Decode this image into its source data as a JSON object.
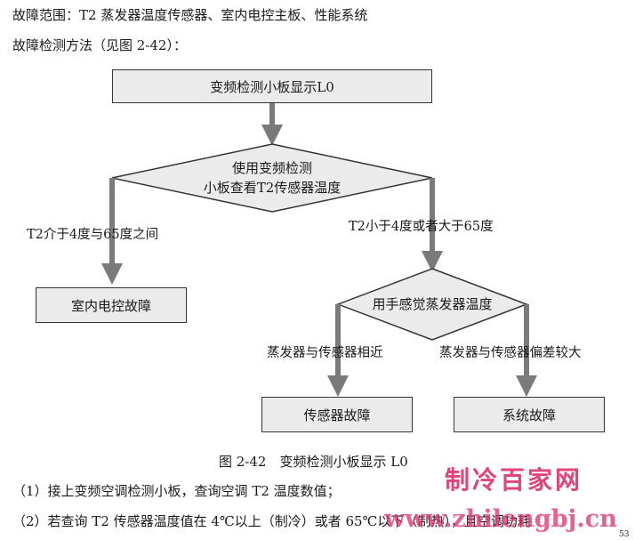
{
  "header": {
    "fault_scope": "故障范围：T2 蒸发器温度传感器、室内电控主板、性能系统",
    "method": "故障检测方法（见图 2-42）："
  },
  "flowchart": {
    "start": "变频检测小板显示L0",
    "decision1_line1": "使用变频检测",
    "decision1_line2": "小板查看T2传感器温度",
    "branch_left": "T2介于4度与65度之间",
    "branch_right": "T2小于4度或者大于65度",
    "result_left": "室内电控故障",
    "decision2": "用手感觉蒸发器温度",
    "branch2_left": "蒸发器与传感器相近",
    "branch2_right": "蒸发器与传感器偏差较大",
    "result_sensor": "传感器故障",
    "result_system": "系统故障"
  },
  "caption": "图 2-42　变频检测小板显示 L0",
  "steps": [
    "（1）接上变频空调检测小板，查询空调 T2 温度数值；",
    "（2）若查询 T2 传感器温度值在 4℃以上（制冷）或者 65℃以下（制热），且空调功耗"
  ],
  "watermark": {
    "name": "制冷百家网",
    "url": "www.zhilengbj.cn"
  },
  "page_number": "53",
  "colors": {
    "box_fill": "#ebebeb",
    "arrow": "#7a7a7a",
    "watermark": "#e0306a"
  }
}
